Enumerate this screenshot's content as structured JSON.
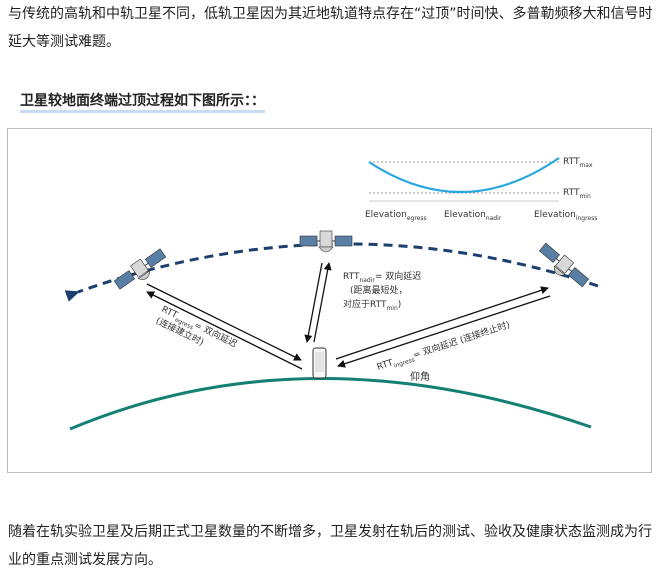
{
  "intro_paragraph": "与传统的高轨和中轨卫星不同，低轨卫星因为其近地轨道特点存在“过顶”时间快、多普勒频移大和信号时延大等测试难题。",
  "figure_heading": "卫星较地面终端过顶过程如下图所示：：",
  "figure": {
    "inset_chart": {
      "right_labels": {
        "top": {
          "main": "RTT",
          "sub": "max"
        },
        "bottom": {
          "main": "RTT",
          "sub": "min"
        }
      },
      "elevation_labels": [
        {
          "main": "Elevation",
          "sub": "egress"
        },
        {
          "main": "Elevation",
          "sub": "nadir"
        },
        {
          "main": "Elevation",
          "sub": "ingress"
        }
      ],
      "colors": {
        "curve": "#2aa7df",
        "dotted": "#999999"
      }
    },
    "annotations": {
      "left": {
        "prefix": "RTT",
        "sub": "egress",
        "suffix": "= 双向延迟",
        "line2": "(连接建立时)"
      },
      "center": {
        "prefix": "RTT",
        "sub": "nadir",
        "suffix": "= 双向延迟",
        "line2": "(距离最短处，",
        "line3a": "对应于RTT",
        "line3sub": "min",
        "line3b": ")"
      },
      "right": {
        "prefix": "RTT",
        "sub": "ingress",
        "suffix": "= 双向延迟 (连接终止时)"
      },
      "elevation": "仰角"
    },
    "colors": {
      "orbit": "#1c3f6e",
      "earth": "#148073",
      "arrow": "#111111"
    },
    "icons": [
      "satellite-icon",
      "satellite-icon",
      "satellite-icon",
      "phone-icon"
    ]
  },
  "closing_paragraph": "随着在轨实验卫星及后期正式卫星数量的不断增多，卫星发射在轨后的测试、验收及健康状态监测成为行业的重点测试发展方向。"
}
